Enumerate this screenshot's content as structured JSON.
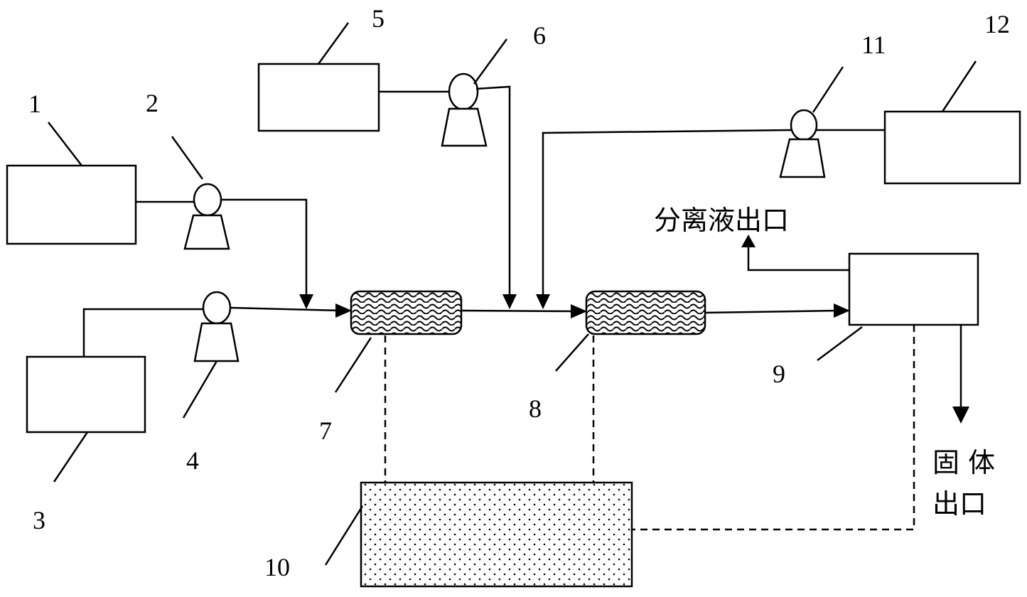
{
  "numbers": {
    "n1": "1",
    "n2": "2",
    "n3": "3",
    "n4": "4",
    "n5": "5",
    "n6": "6",
    "n7": "7",
    "n8": "8",
    "n9": "9",
    "n10": "10",
    "n11": "11",
    "n12": "12"
  },
  "outlets": {
    "liquid": "分离液出口",
    "solid_line1": "固 体",
    "solid_line2": "出口"
  }
}
